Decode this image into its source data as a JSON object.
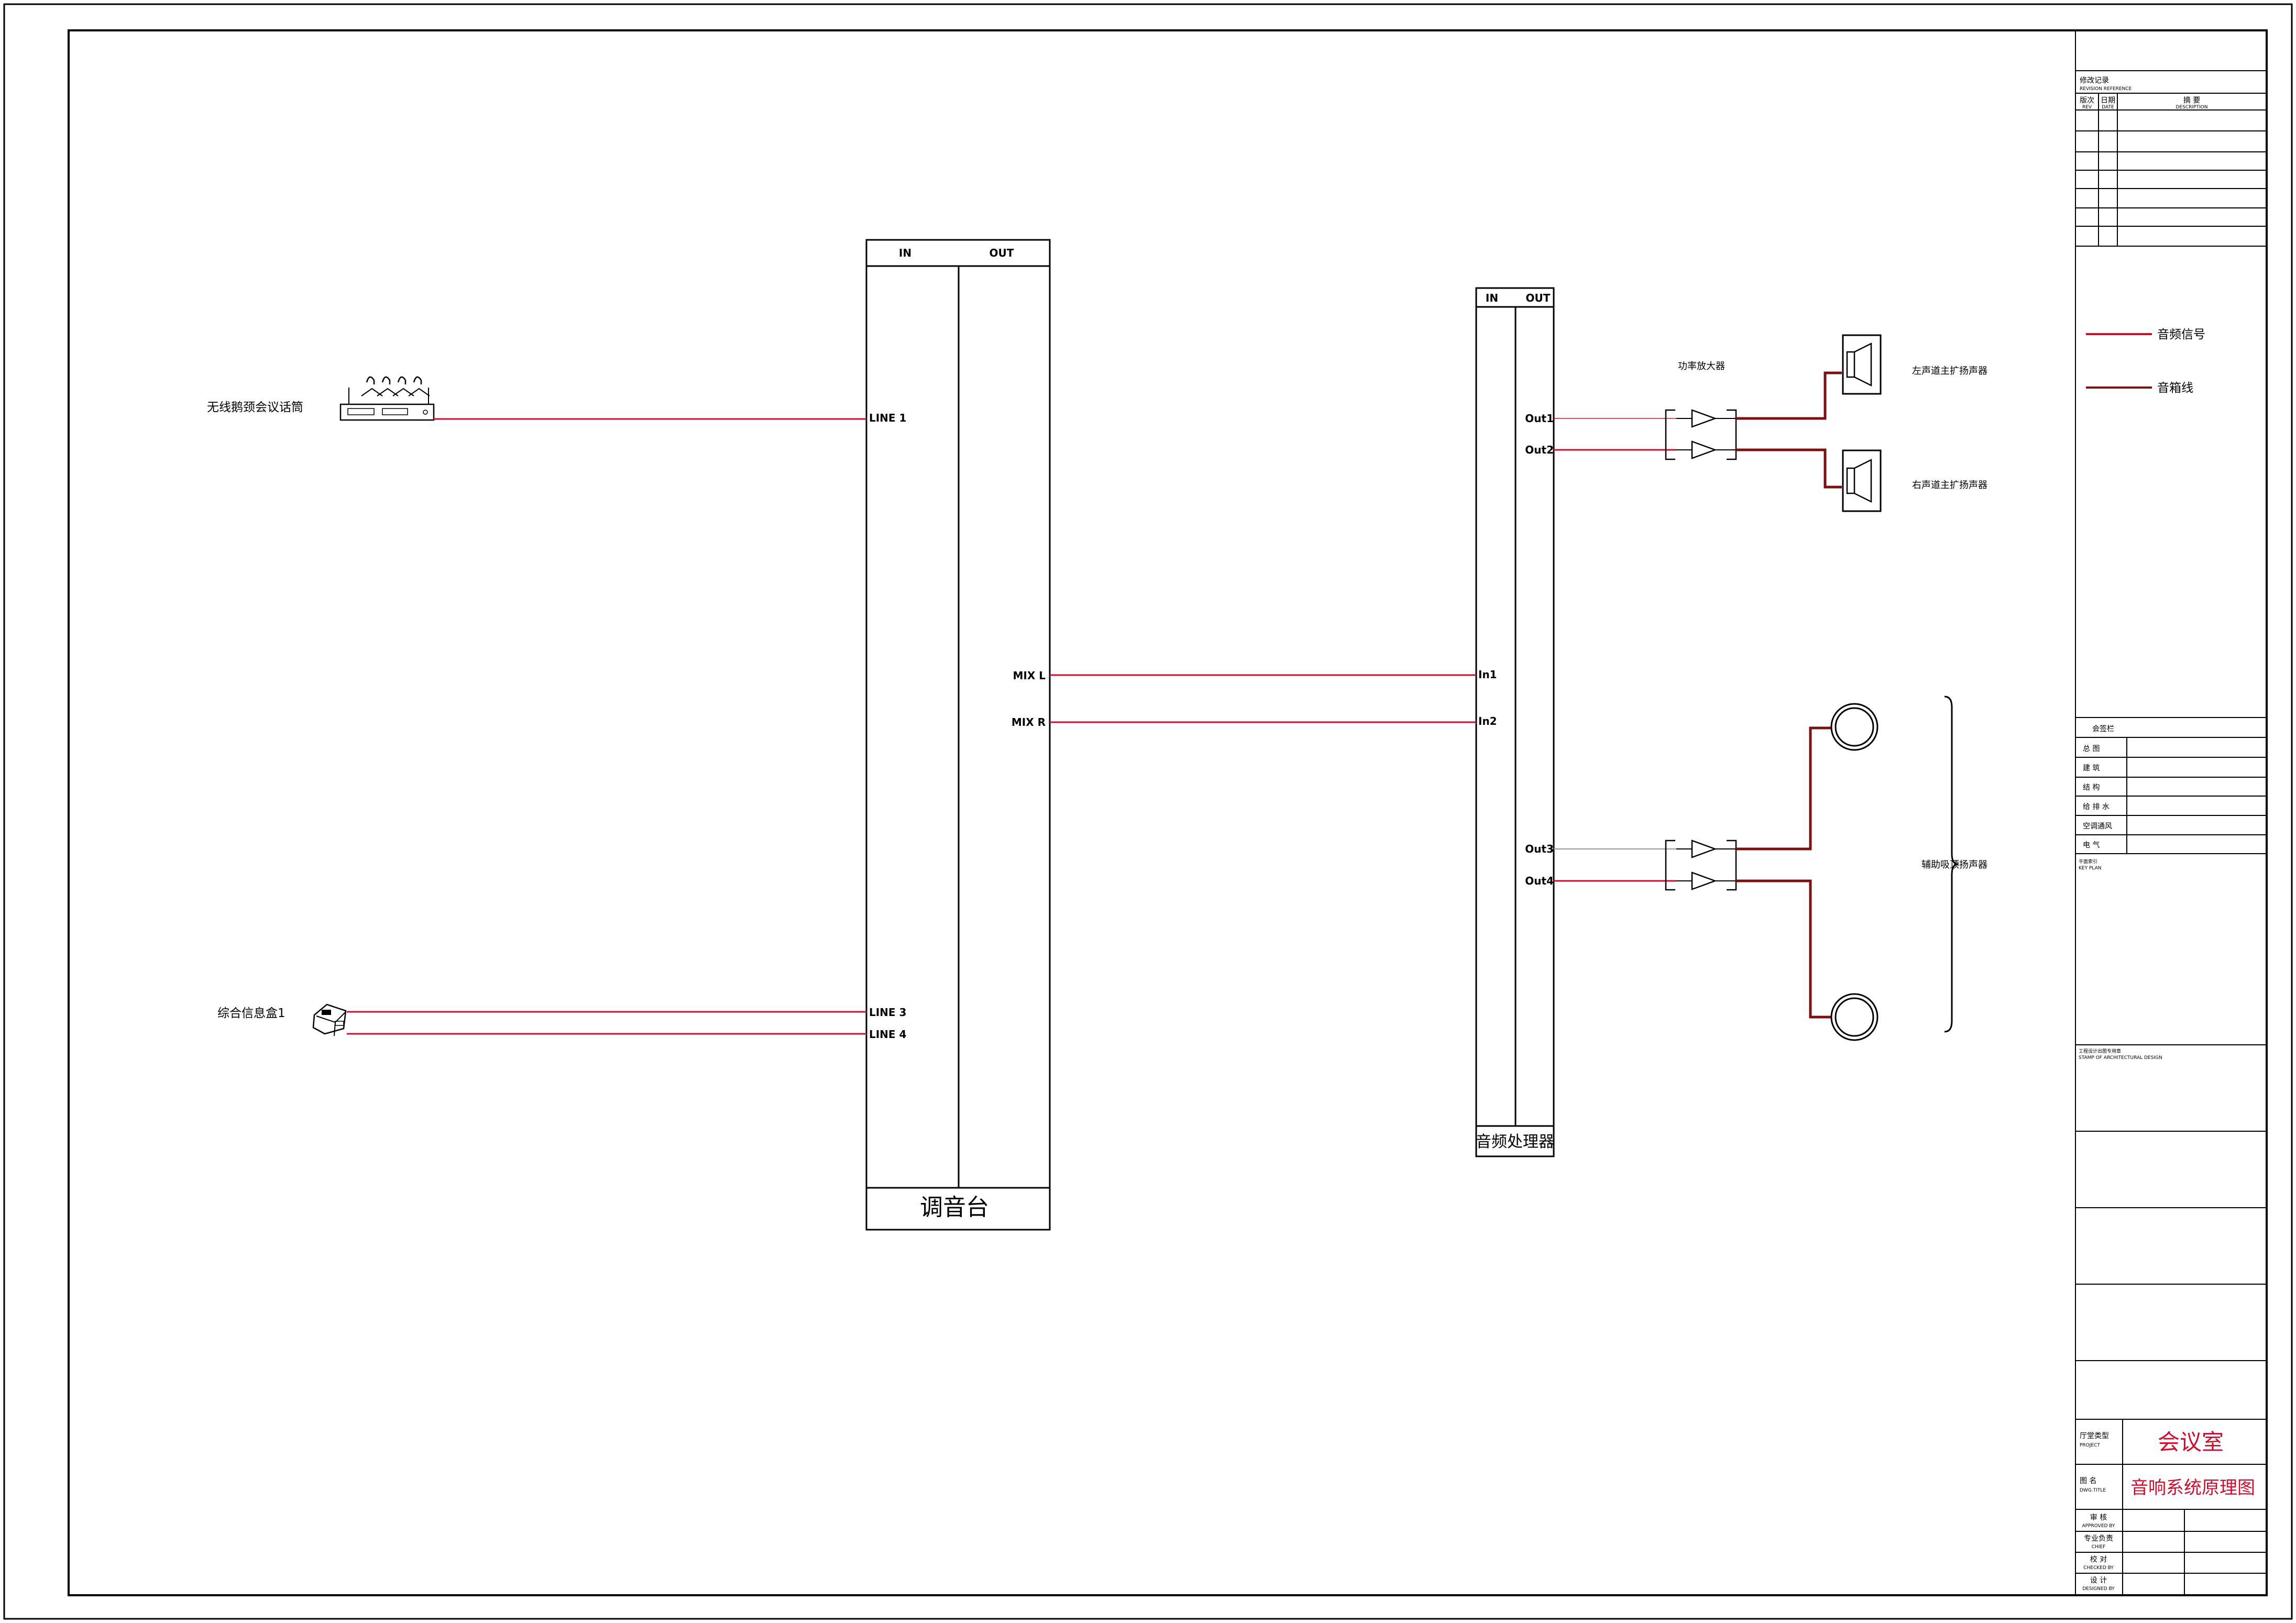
{
  "mixer": {
    "in_label": "IN",
    "out_label": "OUT",
    "name": "调音台",
    "in_ports": [
      "LINE 1",
      "LINE 3",
      "LINE 4"
    ],
    "out_ports": [
      "MIX L",
      "MIX R"
    ]
  },
  "processor": {
    "in_label": "IN",
    "out_label": "OUT",
    "name": "音频处理器",
    "in_ports": [
      "In1",
      "In2"
    ],
    "out_ports": [
      "Out1",
      "Out2",
      "Out3",
      "Out4"
    ]
  },
  "sources": {
    "wireless_mic": "无线鹅颈会议话筒",
    "info_box": "综合信息盒1"
  },
  "amplifier_label": "功率放大器",
  "speakers": {
    "left": "左声道主扩扬声器",
    "right": "右声道主扩扬声器",
    "ceiling": "辅助吸顶扬声器"
  },
  "legend": [
    {
      "label": "音频信号",
      "color": "#c8102e"
    },
    {
      "label": "音箱线",
      "color": "#7a1010"
    }
  ],
  "title_block": {
    "revision_title": "修改记录",
    "revision_title_en": "REVISION REFERENCE",
    "revision_cols": [
      {
        "cn": "版次",
        "en": "REV"
      },
      {
        "cn": "日期",
        "en": "DATE"
      },
      {
        "cn": "摘   要",
        "en": "DESCRIPTION"
      }
    ],
    "countersign": "会签栏",
    "disciplines": [
      "总  图",
      "建  筑",
      "结  构",
      "给 排 水",
      "空调通风",
      "电  气"
    ],
    "key_plan": "平面索引",
    "key_plan_en": "KEY PLAN",
    "stamp": "工程设计出图专用章",
    "stamp_en": "STAMP OF ARCHITECTURAL DESIGN",
    "project_label": "厅堂类型",
    "project_label_en": "PROJECT",
    "project_value": "会议室",
    "drawing_label": "图   名",
    "drawing_label_en": "DWG.TITLE",
    "drawing_value": "音响系统原理图",
    "signatures": [
      {
        "cn": "审  核",
        "en": "APPROVED BY"
      },
      {
        "cn": "专业负责",
        "en": "CHIEF"
      },
      {
        "cn": "校  对",
        "en": "CHECKED BY"
      },
      {
        "cn": "设  计",
        "en": "DESIGNED BY"
      }
    ]
  }
}
